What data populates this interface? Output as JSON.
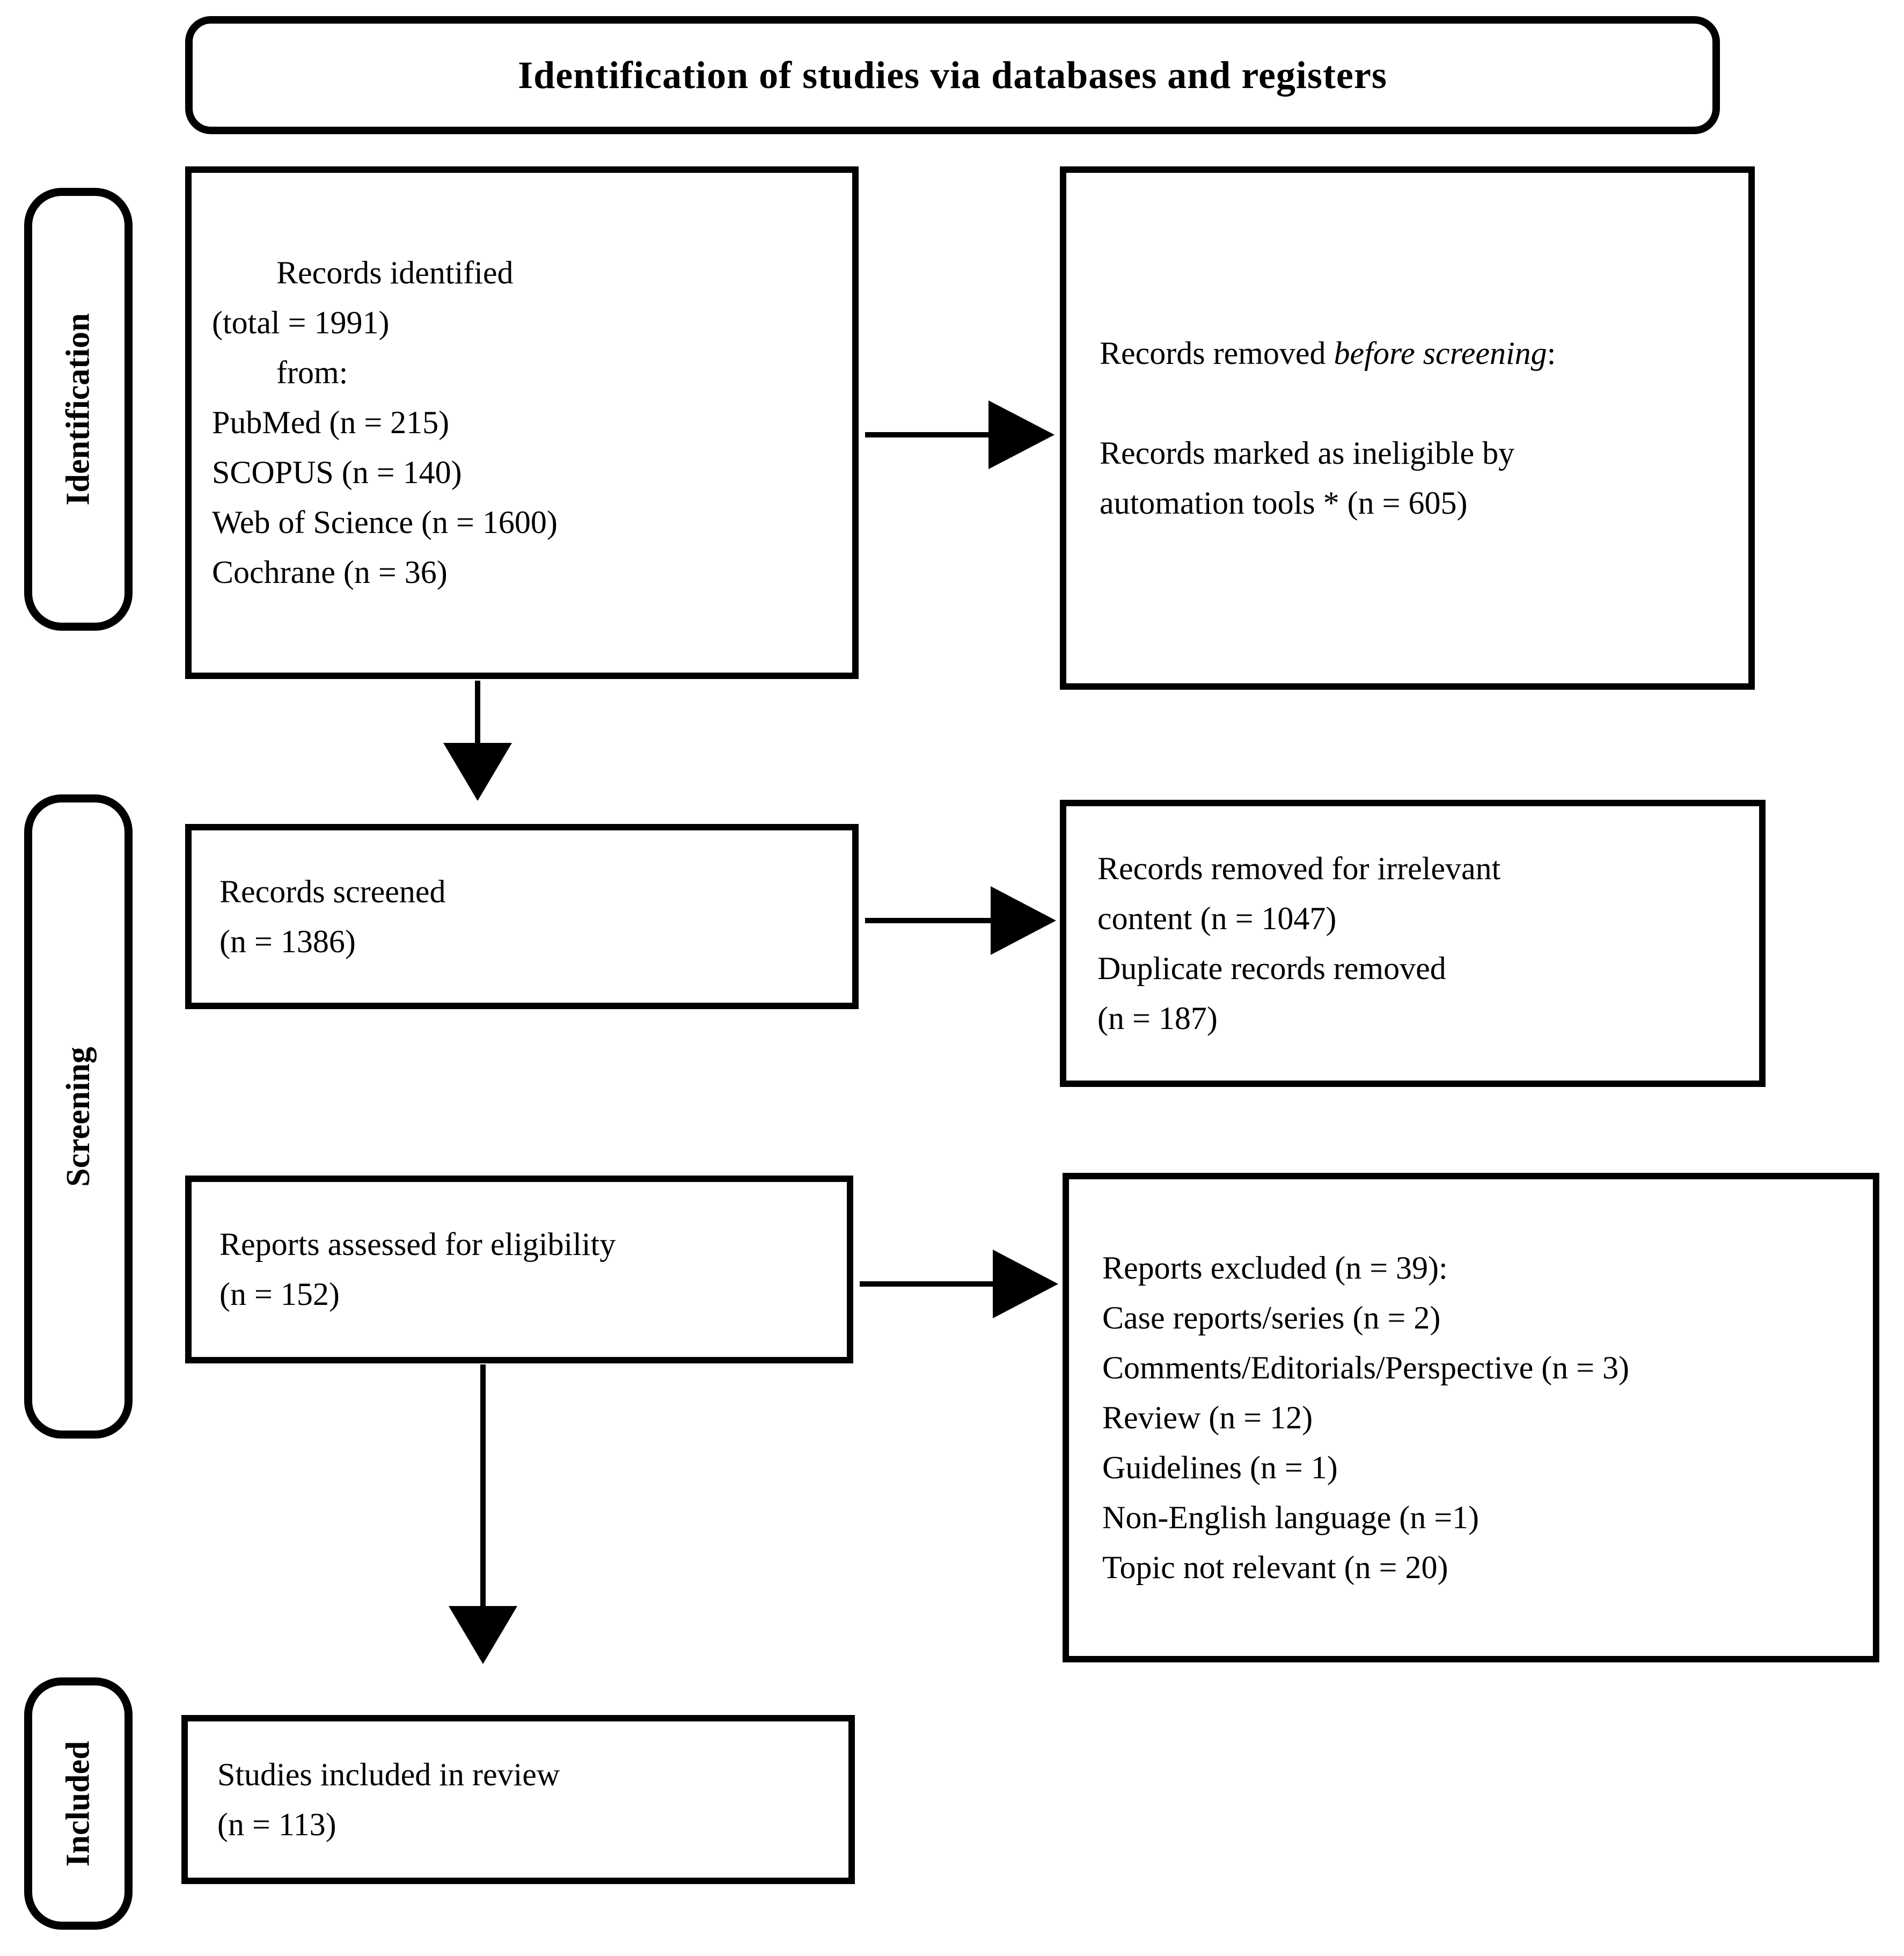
{
  "title": "Identification of studies via databases and registers",
  "sidebar": {
    "identification": "Identification",
    "screening": "Screening",
    "included": "Included"
  },
  "boxes": {
    "records_identified": "        Records identified\n(total = 1991)\n        from:\nPubMed (n = 215)\nSCOPUS (n = 140)\nWeb of Science (n = 1600)\nCochrane (n = 36)",
    "removed_before_screening": {
      "prefix": "Records removed ",
      "italic": "before screening",
      "suffix": ":",
      "body": "Records marked as ineligible by\nautomation tools * (n = 605)"
    },
    "records_screened": "Records screened\n(n = 1386)",
    "removed_irrelevant": "Records removed for irrelevant\ncontent (n = 1047)\nDuplicate records removed\n(n = 187)",
    "reports_assessed": "Reports assessed for eligibility\n(n = 152)",
    "reports_excluded": "Reports excluded (n = 39):\nCase reports/series (n = 2)\nComments/Editorials/Perspective (n = 3)\nReview (n = 12)\nGuidelines (n = 1)\nNon-English language (n =1)\nTopic not relevant (n = 20)",
    "studies_included": "Studies included in review\n(n = 113)"
  },
  "colors": {
    "ink": "#000000",
    "paper": "#ffffff"
  }
}
